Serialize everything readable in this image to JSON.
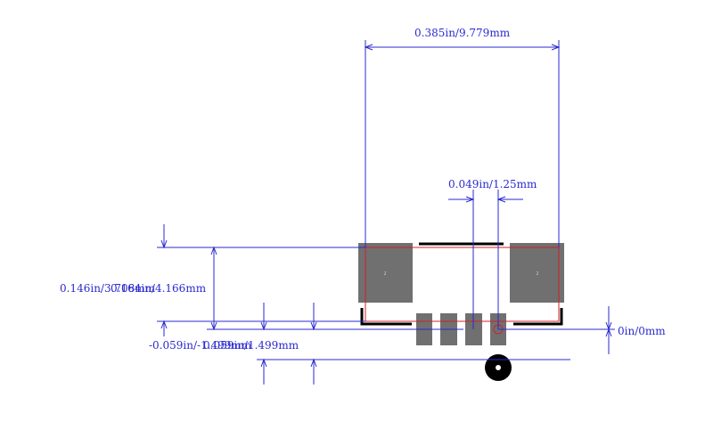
{
  "colors": {
    "dimension": "#2a2ad0",
    "outline": "#d0202a",
    "pad": "#707070",
    "silkscreen": "#000000",
    "background": "#ffffff"
  },
  "labels": {
    "width": "0.385in/9.779mm",
    "pitch": "0.049in/1.25mm",
    "height_a": "0.146in/3.708mm",
    "height_b": "0.164in/4.166mm",
    "offset_a": "-0.059in/-1.499mm",
    "offset_b": "0.059in/1.499mm",
    "origin": "0in/0mm"
  },
  "pads": {
    "large_left_label": "2",
    "large_right_label": "2"
  },
  "icons": {
    "pin1_marker": "filled-circle-icon"
  }
}
